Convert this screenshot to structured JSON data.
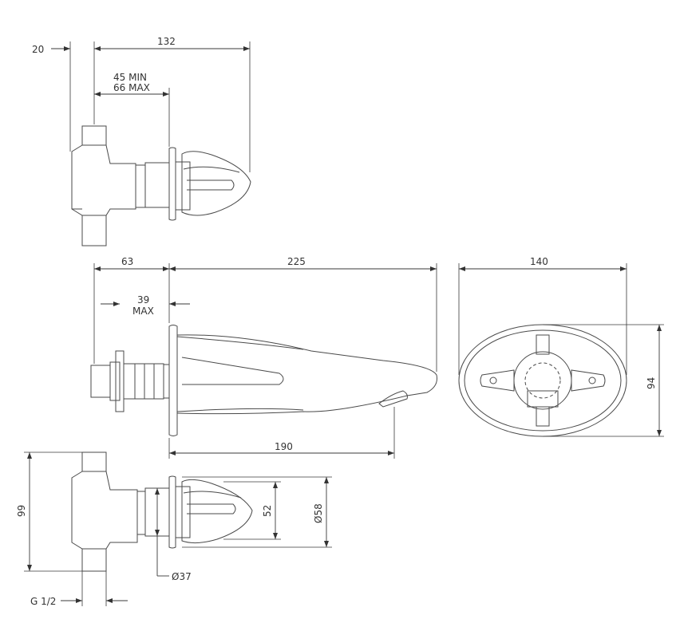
{
  "dimensions": {
    "d20": "20",
    "d132": "132",
    "d45min": "45 MIN",
    "d66max": "66 MAX",
    "d63": "63",
    "d225": "225",
    "d39": "39",
    "dmax": "MAX",
    "d140": "140",
    "d94": "94",
    "d190": "190",
    "d99": "99",
    "d52": "52",
    "d58": "Ø58",
    "d37": "Ø37",
    "thread": "G 1/2"
  },
  "colors": {
    "line": "#4a4a4a",
    "dimension": "#3a3a3a",
    "text": "#333333",
    "background": "#ffffff"
  }
}
